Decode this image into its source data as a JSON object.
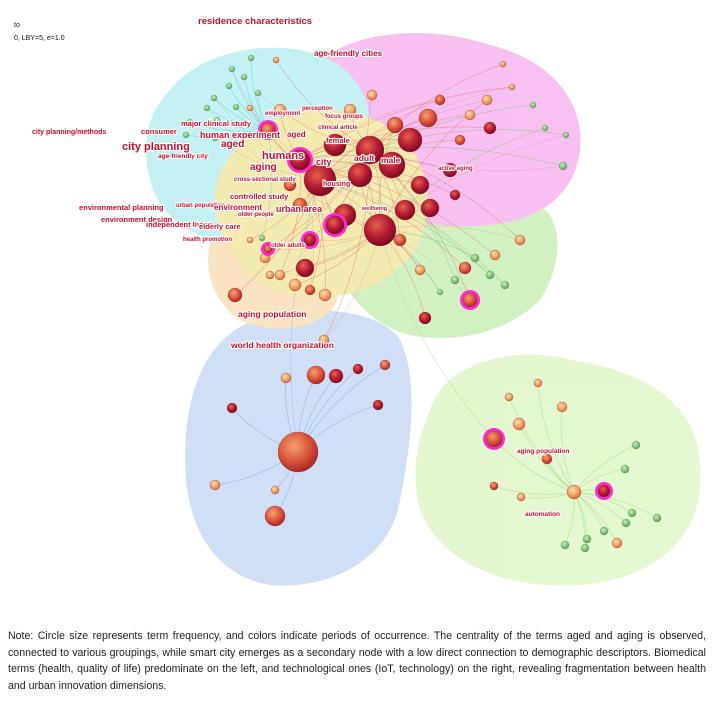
{
  "header": {
    "line1": "to",
    "line2": "0, LBY=5, e=1.0"
  },
  "caption": "Note: Circle size represents term frequency, and colors indicate periods of occurrence. The centrality of the terms aged and aging is observed, connected to various groupings, while smart city emerges as a secondary node with a low direct connection to demographic descriptors. Biomedical terms (health, quality of life) predominate on the left, and technological ones (IoT, technology) on the right, revealing fragmentation between health and urban innovation dimensions.",
  "colors": {
    "cluster_cyan": "#9fe9ee",
    "cluster_magenta": "#f49be8",
    "cluster_yellow": "#eedf82",
    "cluster_orange": "#f8d59e",
    "cluster_green": "#b6ea9d",
    "cluster_blue": "#b2cdf0",
    "cluster_lightgreen": "#d4f3b4",
    "label_red": "#c8102e",
    "node_dark": "#a01230",
    "node_mid": "#d9553a",
    "node_light": "#f2a060",
    "node_halo": "#ff2ad4"
  },
  "labels": [
    {
      "text": "residence characteristics",
      "size": "large"
    },
    {
      "text": "age-friendly cities",
      "size": "medium"
    },
    {
      "text": "city planning/methods",
      "size": "small"
    },
    {
      "text": "consumer",
      "size": "small"
    },
    {
      "text": "major clinical study",
      "size": "small"
    },
    {
      "text": "employment",
      "size": "tiny"
    },
    {
      "text": "perception",
      "size": "tiny"
    },
    {
      "text": "focus groups",
      "size": "tiny"
    },
    {
      "text": "clinical article",
      "size": "tiny"
    },
    {
      "text": "human experiment",
      "size": "medium"
    },
    {
      "text": "aged",
      "size": "medium"
    },
    {
      "text": "city planning",
      "size": "large"
    },
    {
      "text": "aged",
      "size": "large"
    },
    {
      "text": "female",
      "size": "small"
    },
    {
      "text": "humans",
      "size": "large"
    },
    {
      "text": "city",
      "size": "medium"
    },
    {
      "text": "adult",
      "size": "medium"
    },
    {
      "text": "male",
      "size": "medium"
    },
    {
      "text": "age-friendly city",
      "size": "tiny"
    },
    {
      "text": "aging",
      "size": "large"
    },
    {
      "text": "active aging",
      "size": "tiny"
    },
    {
      "text": "cross-sectional study",
      "size": "tiny"
    },
    {
      "text": "housing",
      "size": "small"
    },
    {
      "text": "controlled study",
      "size": "small"
    },
    {
      "text": "environmental planning",
      "size": "small"
    },
    {
      "text": "urban population",
      "size": "tiny"
    },
    {
      "text": "environment",
      "size": "small"
    },
    {
      "text": "older people",
      "size": "tiny"
    },
    {
      "text": "urban area",
      "size": "medium"
    },
    {
      "text": "wellbeing",
      "size": "tiny"
    },
    {
      "text": "environment design",
      "size": "small"
    },
    {
      "text": "independent living",
      "size": "small"
    },
    {
      "text": "elderly care",
      "size": "small"
    },
    {
      "text": "health promotion",
      "size": "tiny"
    },
    {
      "text": "older adults",
      "size": "tiny"
    },
    {
      "text": "aging population",
      "size": "medium"
    },
    {
      "text": "world health organization",
      "size": "medium"
    },
    {
      "text": "aging population",
      "size": "tiny"
    },
    {
      "text": "automation",
      "size": "tiny"
    }
  ]
}
